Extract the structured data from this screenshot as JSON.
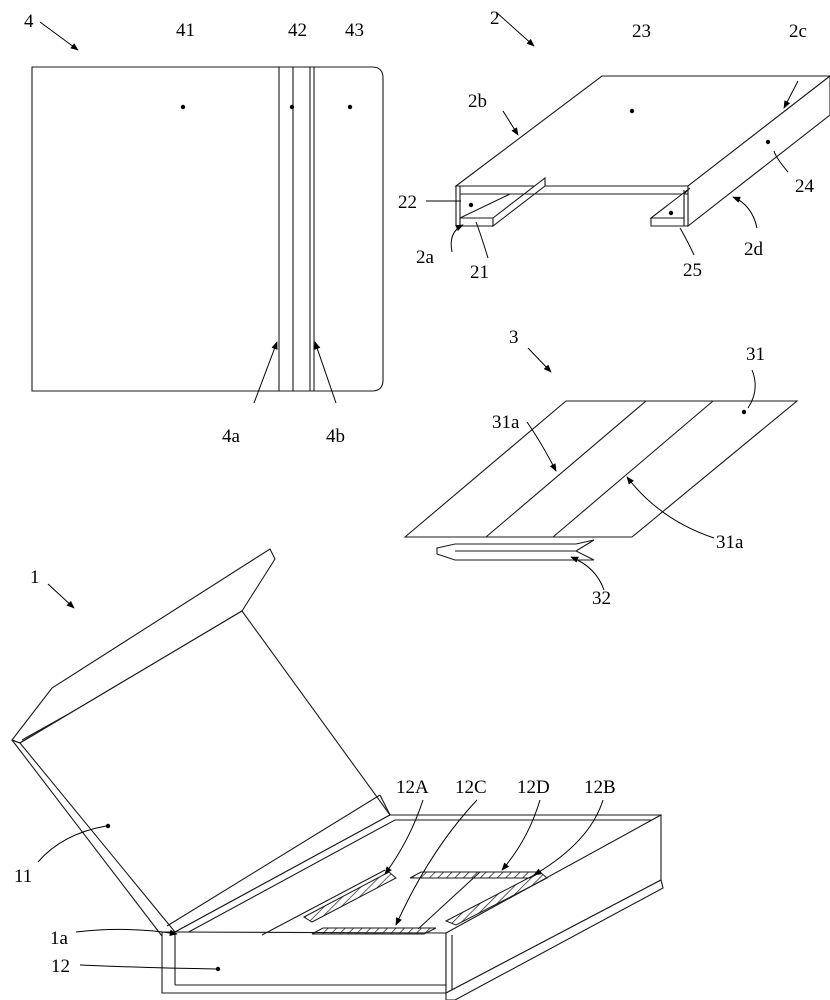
{
  "labels": {
    "fig4": "4",
    "p41": "41",
    "p42": "42",
    "p43": "43",
    "p4a": "4a",
    "p4b": "4b",
    "fig2": "2",
    "p23": "23",
    "p2b": "2b",
    "p2c": "2c",
    "p22": "22",
    "p24": "24",
    "p2a": "2a",
    "p21": "21",
    "p25": "25",
    "p2d": "2d",
    "fig3": "3",
    "p31": "31",
    "p31a_1": "31a",
    "p31a_2": "31a",
    "p32": "32",
    "fig1": "1",
    "p11": "11",
    "p1a": "1a",
    "p12": "12",
    "p12A": "12A",
    "p12C": "12C",
    "p12D": "12D",
    "p12B": "12B"
  }
}
